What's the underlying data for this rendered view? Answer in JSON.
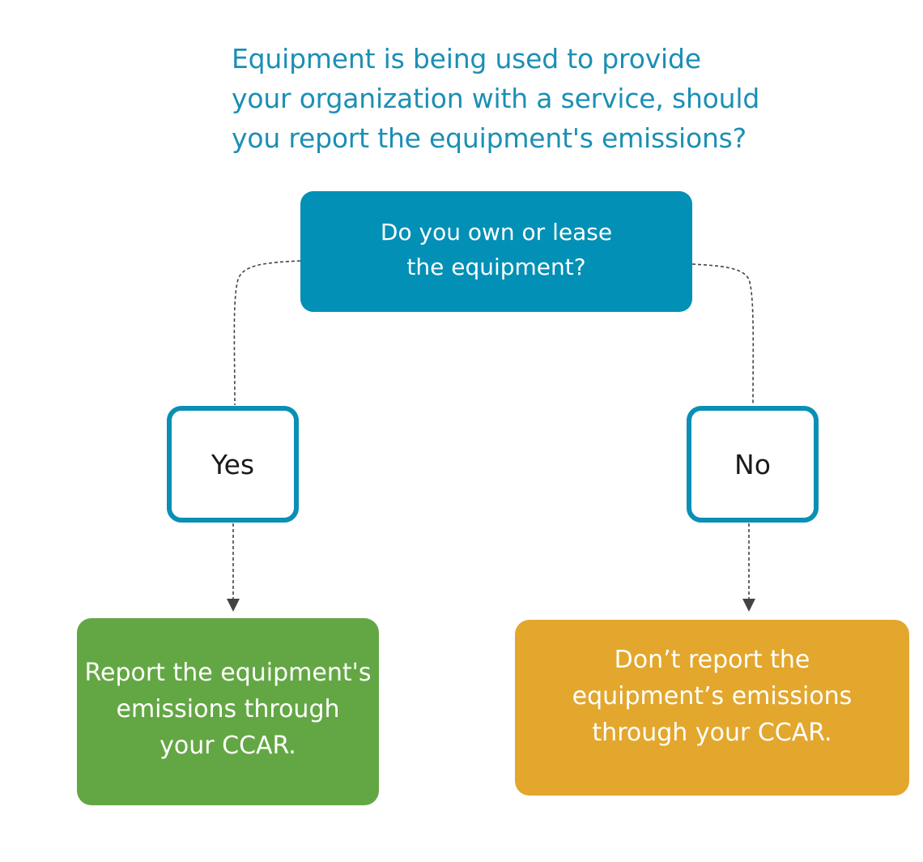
{
  "title": {
    "lines": [
      "Equipment is being used to provide",
      "your organization with a service, should",
      "you report the equipment's emissions?"
    ]
  },
  "question": {
    "lines": [
      "Do you own or lease",
      "the equipment?"
    ]
  },
  "answers": {
    "yes": "Yes",
    "no": "No"
  },
  "outcomes": {
    "report": {
      "lines": [
        "Report the equipment's",
        "emissions through",
        "your CCAR."
      ]
    },
    "dont_report": {
      "lines": [
        "Don’t report  the",
        "equipment’s emissions",
        "through your CCAR."
      ]
    }
  },
  "colors": {
    "title_text": "#1b8fb4",
    "question_fill": "#0390b6",
    "choice_border": "#0a8fb5",
    "report_fill": "#63a744",
    "dont_report_fill": "#e2a72c",
    "connector": "#444444"
  }
}
